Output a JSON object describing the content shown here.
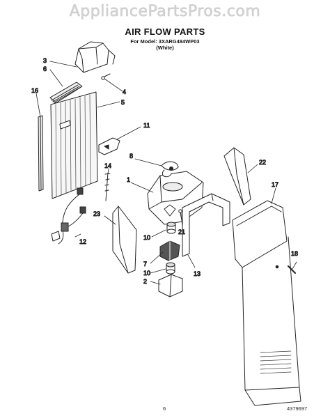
{
  "watermark": "AppliancePartsPros.com",
  "title": "AIR FLOW PARTS",
  "model_line": "For Model: 3XARG484WP03",
  "color_line": "(White)",
  "callouts": [
    "3",
    "6",
    "4",
    "5",
    "16",
    "11",
    "8",
    "22",
    "14",
    "1",
    "17",
    "23",
    "21",
    "12",
    "10",
    "7",
    "10",
    "2",
    "13",
    "18"
  ],
  "page_number": "6",
  "document_number": "4379697"
}
